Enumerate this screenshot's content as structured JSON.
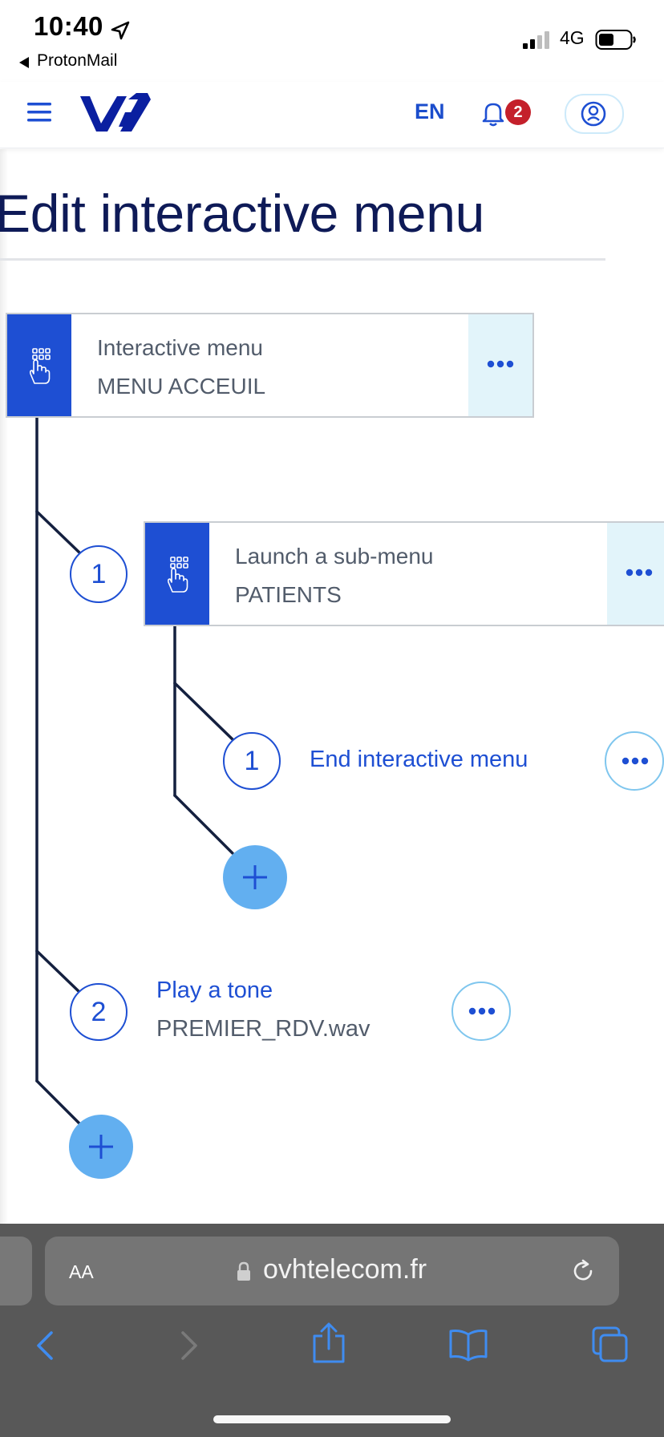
{
  "status_bar": {
    "time": "10:40",
    "back_app": "ProtonMail",
    "network": "4G"
  },
  "header": {
    "language": "EN",
    "notification_count": "2"
  },
  "page": {
    "title": "Edit interactive menu"
  },
  "tree": {
    "root": {
      "type": "Interactive menu",
      "name": "MENU ACCEUIL"
    },
    "option_1": {
      "key": "1",
      "type": "Launch a sub-menu",
      "name": "PATIENTS",
      "sub_option_1": {
        "key": "1",
        "label": "End interactive menu"
      }
    },
    "option_2": {
      "key": "2",
      "type": "Play a tone",
      "name": "PREMIER_RDV.wav"
    }
  },
  "browser": {
    "text_size_label": "AA",
    "url": "ovhtelecom.fr"
  },
  "colors": {
    "primary": "#1e4fd3",
    "navy": "#0e1a57",
    "add_button": "#62aff0",
    "badge": "#c4202b",
    "safari_bar": "#585858"
  }
}
